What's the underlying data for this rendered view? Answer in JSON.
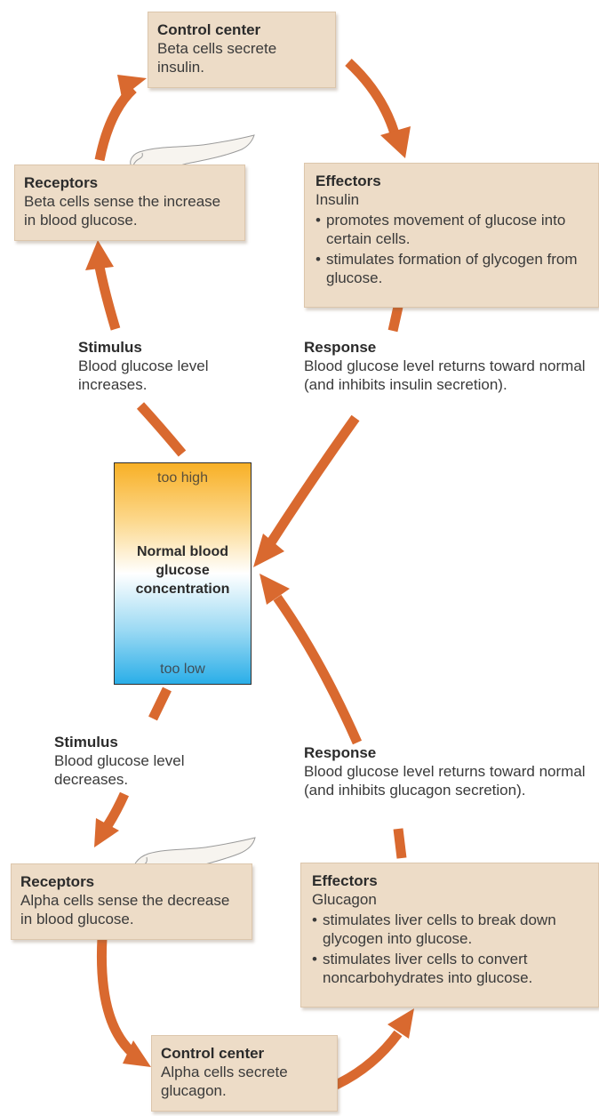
{
  "top_loop": {
    "control_center": {
      "title": "Control center",
      "text": "Beta cells secrete insulin."
    },
    "receptors": {
      "title": "Receptors",
      "text": "Beta cells sense the increase in blood glucose."
    },
    "effectors": {
      "title": "Effectors",
      "subtitle": "Insulin",
      "bullets": [
        "promotes movement of glucose into certain cells.",
        "stimulates formation of glycogen from glucose."
      ]
    },
    "stimulus": {
      "title": "Stimulus",
      "text": "Blood glucose level increases."
    },
    "response": {
      "title": "Response",
      "text": "Blood glucose level returns toward normal (and inhibits insulin secretion)."
    }
  },
  "normal": {
    "too_high": "too high",
    "label": "Normal blood glucose concentration",
    "too_low": "too low",
    "gradient": [
      "#f8b026",
      "#ffffff",
      "#2aaee8"
    ]
  },
  "bottom_loop": {
    "stimulus": {
      "title": "Stimulus",
      "text": "Blood glucose level decreases."
    },
    "response": {
      "title": "Response",
      "text": "Blood glucose level returns toward normal (and inhibits glucagon secretion)."
    },
    "receptors": {
      "title": "Receptors",
      "text": "Alpha cells sense the decrease in blood glucose."
    },
    "effectors": {
      "title": "Effectors",
      "subtitle": "Glucagon",
      "bullets": [
        "stimulates liver cells to break down glycogen into glucose.",
        "stimulates liver cells to convert noncarbohydrates into glucose."
      ]
    },
    "control_center": {
      "title": "Control center",
      "text": "Alpha cells secrete glucagon."
    }
  },
  "colors": {
    "arrow": "#d9692f",
    "box": "#eddcc7"
  },
  "icons": [
    "pancreas-icon",
    "pancreas-icon"
  ]
}
